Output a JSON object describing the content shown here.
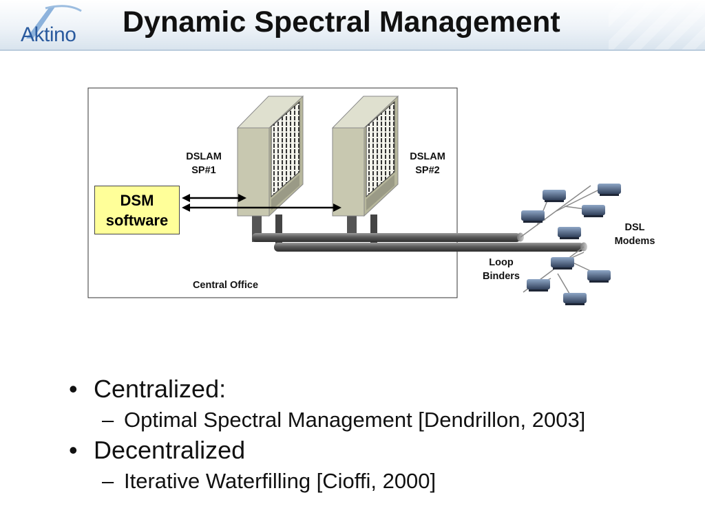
{
  "header": {
    "logo_text": "Aktino",
    "title": "Dynamic Spectral Management"
  },
  "diagram": {
    "dslam1_label_line1": "DSLAM",
    "dslam1_label_line2": "SP#1",
    "dslam2_label_line1": "DSLAM",
    "dslam2_label_line2": "SP#2",
    "dsm_line1": "DSM",
    "dsm_line2": "software",
    "central_office": "Central Office",
    "loop_binders_line1": "Loop",
    "loop_binders_line2": "Binders",
    "dsl_modems_line1": "DSL",
    "dsl_modems_line2": "Modems"
  },
  "bullets": [
    {
      "marker": "•",
      "text": "Centralized:",
      "sub": [
        {
          "marker": "–",
          "text": "Optimal Spectral Management [Dendrillon, 2003]"
        }
      ]
    },
    {
      "marker": "•",
      "text": "Decentralized",
      "sub": [
        {
          "marker": "–",
          "text": "Iterative Waterfilling [Cioffi, 2000]"
        }
      ]
    }
  ],
  "colors": {
    "dsm_fill": "#ffff99",
    "logo_blue": "#2a5a9e",
    "dslam_body": "#c8c8b0",
    "cable": "#555555"
  }
}
